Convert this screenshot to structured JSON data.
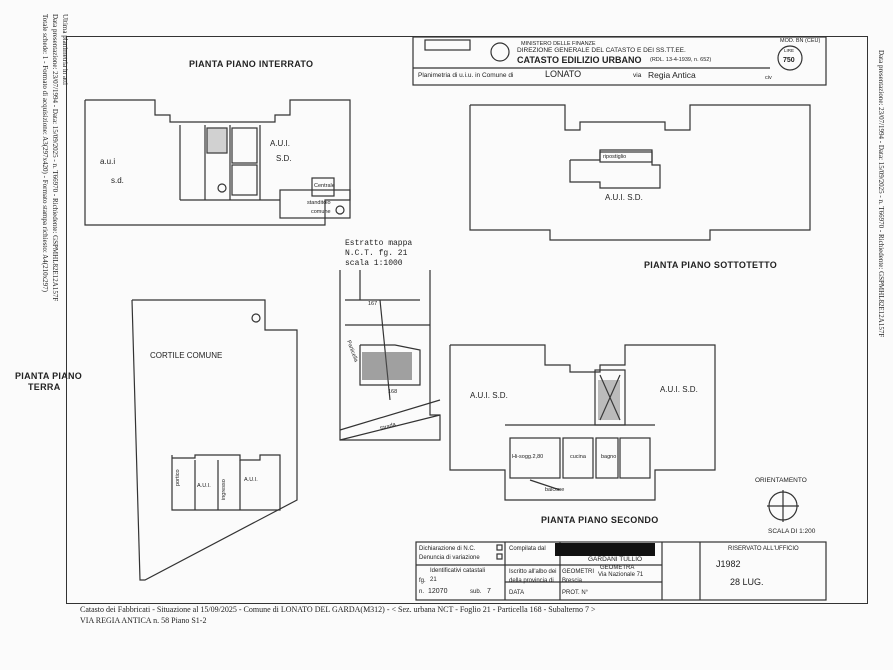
{
  "header": {
    "ministry": "MINISTERO DELLE FINANZE",
    "direction": "DIREZIONE GENERALE DEL CATASTO E DEI SS.TT.EE.",
    "office": "CATASTO EDILIZIO URBANO",
    "law": "(RDL. 13-4-1939, n. 652)",
    "plan_prefix": "Planimetria di u.i.u. in Comune di",
    "comune": "LONATO",
    "via_prefix": "via",
    "via": "Regia Antica",
    "civ": "civ",
    "model": "MOD. BN (CEU)",
    "lire": "LIRE",
    "price": "750"
  },
  "plans": {
    "interrato": "PIANTA PIANO INTERRATO",
    "sottotetto": "PIANTA PIANO SOTTOTETTO",
    "terra_1": "PIANTA PIANO",
    "terra_2": "TERRA",
    "secondo": "PIANTA PIANO SECONDO"
  },
  "rooms": {
    "aui_sd_left_1": "a.u.i",
    "aui_sd_left_2": "s.d.",
    "aui_1": "A.U.I.",
    "sd_1": "S.D.",
    "centrale": "Centrale",
    "condominiale_1": "standitoio",
    "condominiale_2": "comune",
    "sottotetto_room": "A.U.I. S.D.",
    "ripostiglio": "ripostiglio",
    "cortile": "CORTILE COMUNE",
    "portico": "portico",
    "aui_small": "A.U.I.",
    "ingresso": "ingresso",
    "aui_small2": "A.U.I.",
    "aui_sd_left2": "A.U.I. S.D.",
    "aui_sd_right2": "A.U.I. S.D.",
    "soggiorno": "Hi-sogg.2,80",
    "cucina": "cucina",
    "bagno": "bagno",
    "balcone": "balcone"
  },
  "extract": {
    "line1": "Estratto mappa",
    "line2": "N.C.T. fg. 21",
    "line3": "scala 1:1000",
    "parcel_1": "167",
    "parcel_2": "168",
    "strada": "Strada",
    "parcel_3": "Particella"
  },
  "orientation": "ORIENTAMENTO",
  "scale": "SCALA DI 1:200",
  "titleblock": {
    "dich1": "Dichiarazione di N.C.",
    "dich2": "Denuncia di variazione",
    "ident": "Identificativi catastali",
    "fg": "fg.",
    "fg_val": "21",
    "n": "n.",
    "n_val": "12070",
    "sub": "sub.",
    "sub_val": "7",
    "compilata": "Compilata dal",
    "iscritto": "Iscritto all'albo dei",
    "geometri": "GEOMETRI",
    "provincia": "della provincia di",
    "prov_val": "Brescia",
    "data": "DATA",
    "prot": "PROT. N°",
    "name": "GARDANI TULLIO",
    "role": "GEOMETRA",
    "addr": "Via Nazionale 71",
    "riservato": "RISERVATO ALL'UFFICIO",
    "stamp1": "J1982",
    "stamp2": "28 LUG."
  },
  "side_left": {
    "l1": "Ultima planimetria in atti",
    "l2": "Data presentazione: 23/07/1994 - Data: 15/09/2025 - n. T66970 - Richiedente: GSPMHL82E12A157F",
    "l3": "Totale schede: 1 - Formato di acquisizione: A3(297x420) - Formato stampa richiesto: A4(210x297)"
  },
  "side_right": {
    "l1": "Data presentazione: 23/07/1994 - Data: 15/09/2025 - n. T66970 - Richiedente: GSPMHL82E12A157F"
  },
  "footer": {
    "line1": "Catasto dei Fabbricati - Situazione al 15/09/2025 - Comune di LONATO DEL GARDA(M312) - < Sez. urbana NCT - Foglio 21 - Particella 168 - Subalterno 7 >",
    "line2": "VIA REGIA ANTICA n. 58 Piano S1-2"
  }
}
